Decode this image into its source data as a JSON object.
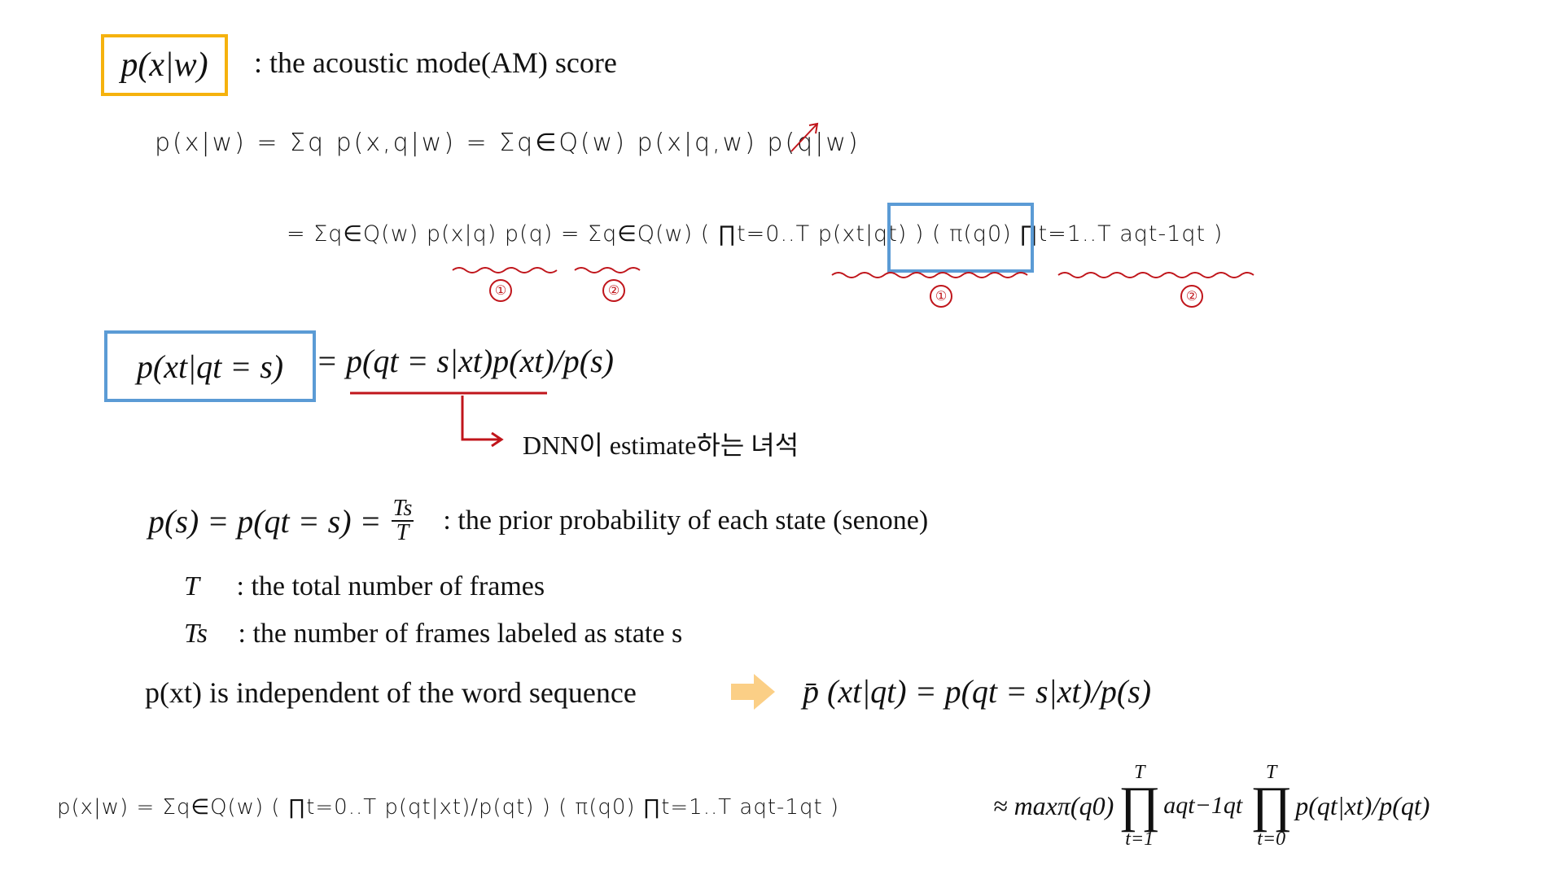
{
  "colors": {
    "yellow_box": "#f5b20e",
    "blue_box": "#5b9bd5",
    "red_annotation": "#c0151b",
    "hint_arrow": "#fbcf86"
  },
  "header": {
    "term": "p(x|w)",
    "desc": ": the acoustic mode(AM) score"
  },
  "hand1": {
    "line1": "p(x|w) = Σq p(x,q|w) = Σq∈Q(w) p(x|q,w) p(q|w)",
    "line2": "= Σq∈Q(w) p(x|q) p(q) = Σq∈Q(w) ( ∏t=0..T p(xt|qt) ) ( π(q0) ∏t=1..T aqt-1qt )",
    "mark1": "①",
    "mark2": "②"
  },
  "bayes": {
    "lhs": "p(xt|qt = s)",
    "rhs": "= p(qt = s|xt)p(xt)/p(s)",
    "annotation": "DNN이 estimate하는 녀석"
  },
  "prior": {
    "formula": "p(s) = p(qt = s) =",
    "frac_num": "Ts",
    "frac_den": "T",
    "desc": ": the prior probability of each state (senone)"
  },
  "defs": [
    {
      "sym": "T",
      "desc": ": the total number of frames"
    },
    {
      "sym": "Ts",
      "desc": ": the number of frames labeled as state s"
    }
  ],
  "indep": {
    "text": "p(xt) is independent of the word sequence",
    "result": "p̄ (xt|qt) = p(qt = s|xt)/p(s)"
  },
  "final": {
    "hand": "p(x|w) = Σq∈Q(w) ( ∏t=0..T p(qt|xt)/p(qt) ) ( π(q0) ∏t=1..T aqt-1qt )",
    "approx": "≈ maxπ(q0)",
    "prod1_top": "T",
    "prod1_bot": "t=1",
    "prod1_term": "aqt−1qt",
    "prod2_top": "T",
    "prod2_bot": "t=0",
    "prod2_term": "p(qt|xt)/p(qt)"
  }
}
